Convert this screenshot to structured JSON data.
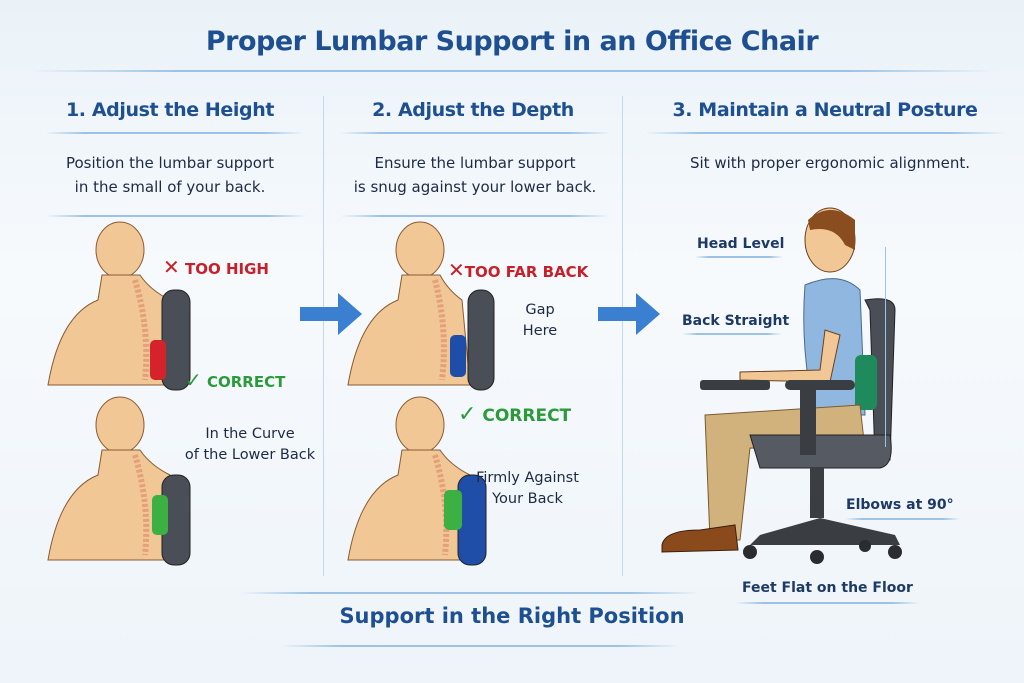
{
  "title": "Proper Lumbar Support in an Office Chair",
  "columns": [
    {
      "heading": "1. Adjust the Height",
      "description_lines": [
        "Position the lumbar support",
        "in the small of your back."
      ],
      "wrong_label": "TOO HIGH",
      "correct_label": "CORRECT",
      "note_lines": [
        "In the Curve",
        "of the Lower Back"
      ]
    },
    {
      "heading": "2. Adjust the Depth",
      "description_lines": [
        "Ensure the lumbar support",
        "is snug against your lower back."
      ],
      "wrong_label": "TOO FAR BACK",
      "gap_lines": [
        "Gap",
        "Here"
      ],
      "correct_label": "CORRECT",
      "note_lines": [
        "Firmly Against",
        "Your Back"
      ]
    },
    {
      "heading": "3. Maintain a Neutral Posture",
      "description": "Sit with proper ergonomic alignment.",
      "labels": {
        "head": "Head Level",
        "back": "Back Straight",
        "elbows": "Elbows at 90°",
        "feet": "Feet Flat on the Floor"
      }
    }
  ],
  "footer": "Support in the Right Position",
  "colors": {
    "title": "#1d4f91",
    "wrong": "#c8202a",
    "correct": "#2a9a3a"
  }
}
